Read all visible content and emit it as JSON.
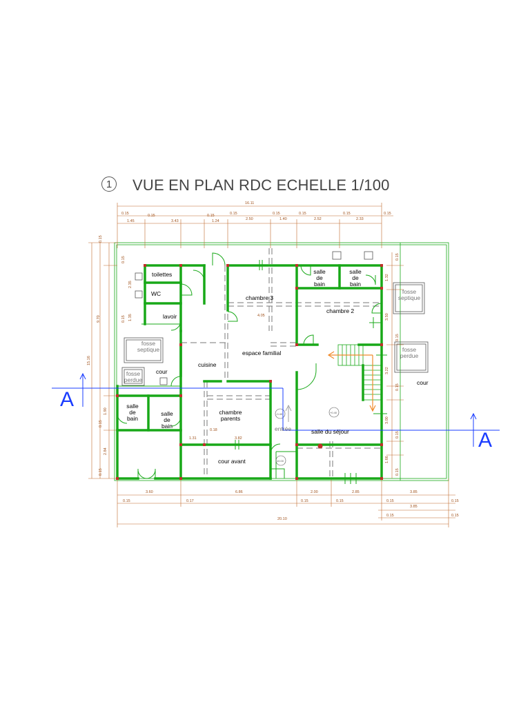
{
  "title": {
    "number": "1",
    "text": "VUE EN PLAN RDC ECHELLE 1/100"
  },
  "rooms": {
    "toilettes": "toilettes",
    "wc": "WC",
    "lavoir": "lavoir",
    "fosse_septique_left": "fosse\nseptique",
    "fosse_perdue_left": "fosse\nperdue",
    "cour_left": "cour",
    "cuisine": "cuisine",
    "espace_familial": "espace familial",
    "chambre3": "chambre 3",
    "sdb_top1": "salle\nde\nbain",
    "sdb_top2": "salle\nde\nbain",
    "chambre2": "chambre 2",
    "fosse_septique_right": "fosse\nseptique",
    "fosse_perdue_right": "fosse\nperdue",
    "cour_right": "cour",
    "sdb_left1": "salle\nde\nbain",
    "sdb_left2": "salle\nde\nbain",
    "chambre_parents": "chambre\nparents",
    "entree": "entrée",
    "salle_sejour": "salle du séjour",
    "cour_avant": "cour avant"
  },
  "section_marks": {
    "left": "A",
    "right": "A"
  },
  "dimensions": {
    "top_total": "16.11",
    "top_row1": [
      "0.15",
      "0.15",
      "0.15",
      "0.15",
      "0.15",
      "0.15",
      "0.15",
      "0.15"
    ],
    "top_row2": [
      "1.45",
      "3.43",
      "1.24",
      "2.50",
      "1.40",
      "2.52",
      "2.33"
    ],
    "bottom_row1": [
      "3.60",
      "6.86",
      "2.00",
      "2.85",
      "3.85"
    ],
    "bottom_row2": [
      "0.15",
      "0.17",
      "0.15",
      "0.15",
      "0.15",
      "0.15"
    ],
    "bottom_row3": [
      "3.85",
      "0.15"
    ],
    "bottom_total": "20.10",
    "left_total": "15.16",
    "left_mid": "9.70",
    "left_small": [
      "0.15",
      "0.15",
      "2.35",
      "1.35",
      "0.15",
      "1.90",
      "2.84",
      "0.15",
      "0.15"
    ],
    "right_small": [
      "0.15",
      "1.32",
      "3.50",
      "0.15",
      "3.22",
      "0.15",
      "3.00",
      "0.15",
      "1.66",
      "0.15"
    ],
    "inner": {
      "d405": "4.05",
      "d131": "1.31",
      "d018": "0.18",
      "d382": "3.82"
    },
    "levels": {
      "l1": "-0.40",
      "l2": "±0.00",
      "l3": "+0.40"
    }
  },
  "colors": {
    "wall": "#18a818",
    "dim": "#c0692a",
    "section": "#1a3cff",
    "stair": "#f08a2a",
    "dash": "#777777"
  }
}
